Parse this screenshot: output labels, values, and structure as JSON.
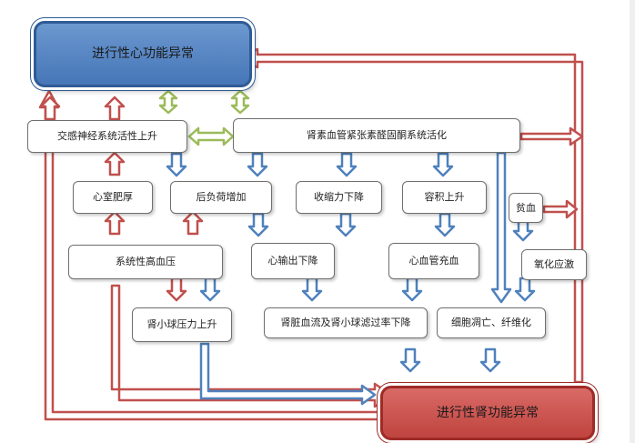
{
  "nodes": {
    "heart_top": "进行性心功能异常",
    "kidney_bottom": "进行性肾功能异常",
    "sympathetic": "交感神经系统活性上升",
    "raas": "肾素血管紧张素醛固酮系统活化",
    "lv_hypertrophy": "心室肥厚",
    "afterload": "后负荷增加",
    "contractility": "收缩力下降",
    "volume": "容积上升",
    "anemia": "贫血",
    "hypertension": "系统性高血压",
    "cardiac_output": "心输出下降",
    "vascular_congestion": "心血管充血",
    "oxidative": "氧化应激",
    "glomerular_pressure": "肾小球压力上升",
    "renal_flow": "肾脏血流及肾小球滤过率下降",
    "apoptosis": "细胞凋亡、纤维化"
  },
  "colors": {
    "blue_arrow": "#4f81bd",
    "red_arrow": "#c0504d",
    "green_arrow": "#9bbb59"
  }
}
